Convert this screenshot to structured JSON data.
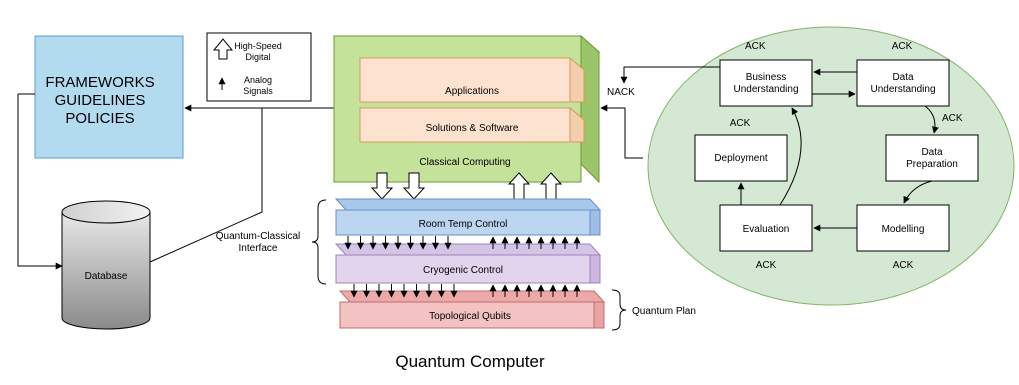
{
  "policies": {
    "lines": [
      "FRAMEWORKS",
      "GUIDELINES",
      "POLICIES"
    ],
    "color": "#b3dbf0"
  },
  "legend": {
    "digital_lines": [
      "High-Speed",
      "Digital"
    ],
    "analog_lines": [
      "Analog",
      "Signals"
    ]
  },
  "classical": {
    "label": "Classical Computing",
    "applications": "Applications",
    "solutions": "Solutions & Software",
    "color": "#c5e29a"
  },
  "database": {
    "label": "Database"
  },
  "layers": {
    "room_temp": {
      "label": "Room Temp Control",
      "color": "#bcd5f0"
    },
    "cryogenic": {
      "label": "Cryogenic Control",
      "color": "#e3d4ee"
    },
    "qubits": {
      "label": "Topological Qubits",
      "color": "#f3c2c2"
    }
  },
  "brackets": {
    "interface_lines": [
      "Quantum-Classical",
      "Interface"
    ],
    "quantum_plan": "Quantum Plan"
  },
  "lifecycle": {
    "color": "#d5e8d4",
    "nodes": {
      "business": [
        "Business",
        "Understanding"
      ],
      "data": [
        "Data",
        "Understanding"
      ],
      "preparation": [
        "Data",
        "Preparation"
      ],
      "modelling": [
        "Modelling"
      ],
      "evaluation": [
        "Evaluation"
      ],
      "deployment": [
        "Deployment"
      ]
    },
    "labels": {
      "ack_top_left": "ACK",
      "ack_top_right": "ACK",
      "nack": "NACK",
      "ack_deploy": "ACK",
      "ack_prep": "ACK",
      "ack_bottom_left": "ACK",
      "ack_bottom_right": "ACK"
    }
  },
  "caption": "Quantum Computer"
}
